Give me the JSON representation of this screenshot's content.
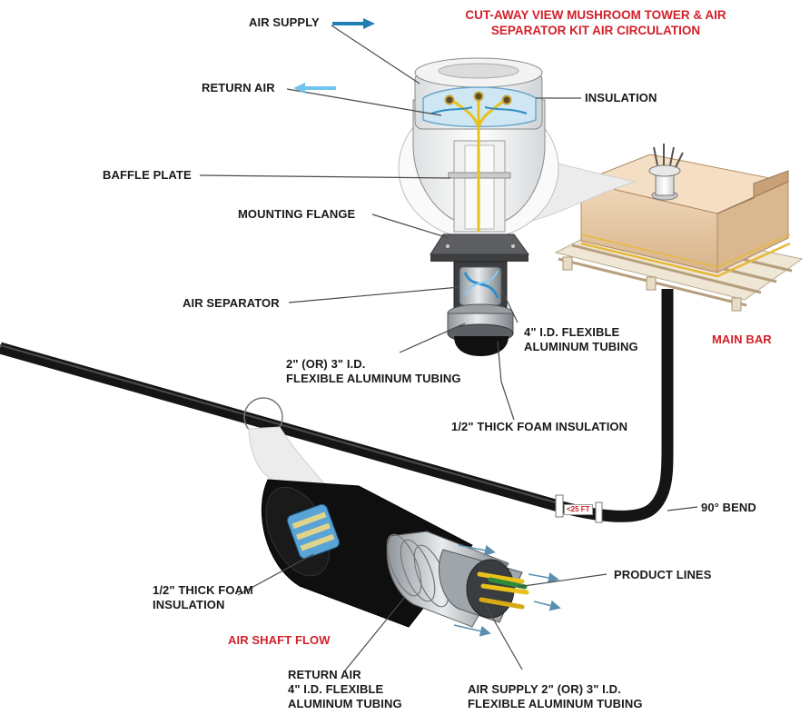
{
  "title_line1": "CUT-AWAY VIEW MUSHROOM TOWER & AIR",
  "title_line2": "SEPARATOR KIT AIR CIRCULATION",
  "labels": {
    "air_supply": "AIR SUPPLY",
    "return_air": "RETURN AIR",
    "insulation": "INSULATION",
    "baffle_plate": "BAFFLE PLATE",
    "mounting_flange": "MOUNTING FLANGE",
    "air_separator": "AIR SEPARATOR",
    "tubing_4in_line1": "4\" I.D. FLEXIBLE",
    "tubing_4in_line2": "ALUMINUM TUBING",
    "tubing_2_3in_line1": "2\" (OR) 3\" I.D.",
    "tubing_2_3in_line2": "FLEXIBLE ALUMINUM TUBING",
    "foam_insulation": "1/2\" THICK FOAM INSULATION",
    "main_bar": "MAIN BAR",
    "length_tag": "<25 FT",
    "bend_90": "90° BEND",
    "product_lines": "PRODUCT LINES",
    "foam_insulation_line1": "1/2\" THICK FOAM",
    "foam_insulation_line2": "INSULATION",
    "air_shaft_flow": "AIR SHAFT FLOW",
    "return_air_tubing_line1": "RETURN AIR",
    "return_air_tubing_line2": "4\" I.D. FLEXIBLE",
    "return_air_tubing_line3": "ALUMINUM TUBING",
    "air_supply_tubing_line1": "AIR SUPPLY 2\" (OR) 3\" I.D.",
    "air_supply_tubing_line2": "FLEXIBLE ALUMINUM TUBING"
  },
  "colors": {
    "accent_red": "#d32029",
    "supply_arrow": "#1f7fb3",
    "return_arrow": "#6fc3ec",
    "trunk": "#141414",
    "bar_wood": "#e6c7a3",
    "pallet": "#ece2cf"
  }
}
